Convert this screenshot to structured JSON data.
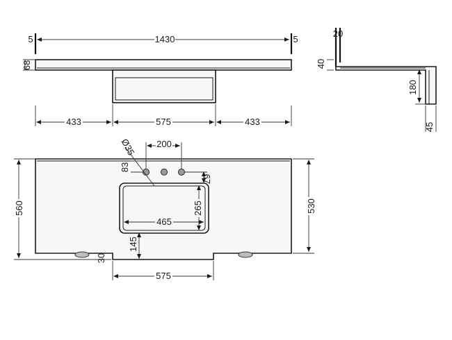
{
  "dimensions": {
    "overall_width": "1430",
    "edge_left": "5",
    "edge_right": "5",
    "front_thickness": "68",
    "section_left": "433",
    "section_mid": "575",
    "section_right": "433",
    "side_top_thickness": "20",
    "side_lip": "40",
    "side_drop": "180",
    "side_bottom": "45",
    "tap_hole_dia": "Ø35",
    "tap_spacing": "200",
    "tap_offset": "83",
    "basin_gap": "67",
    "basin_width": "465",
    "basin_depth": "265",
    "basin_front": "145",
    "depth_total": "560",
    "depth_right": "530",
    "front_offset": "30",
    "cutout_width": "575"
  }
}
